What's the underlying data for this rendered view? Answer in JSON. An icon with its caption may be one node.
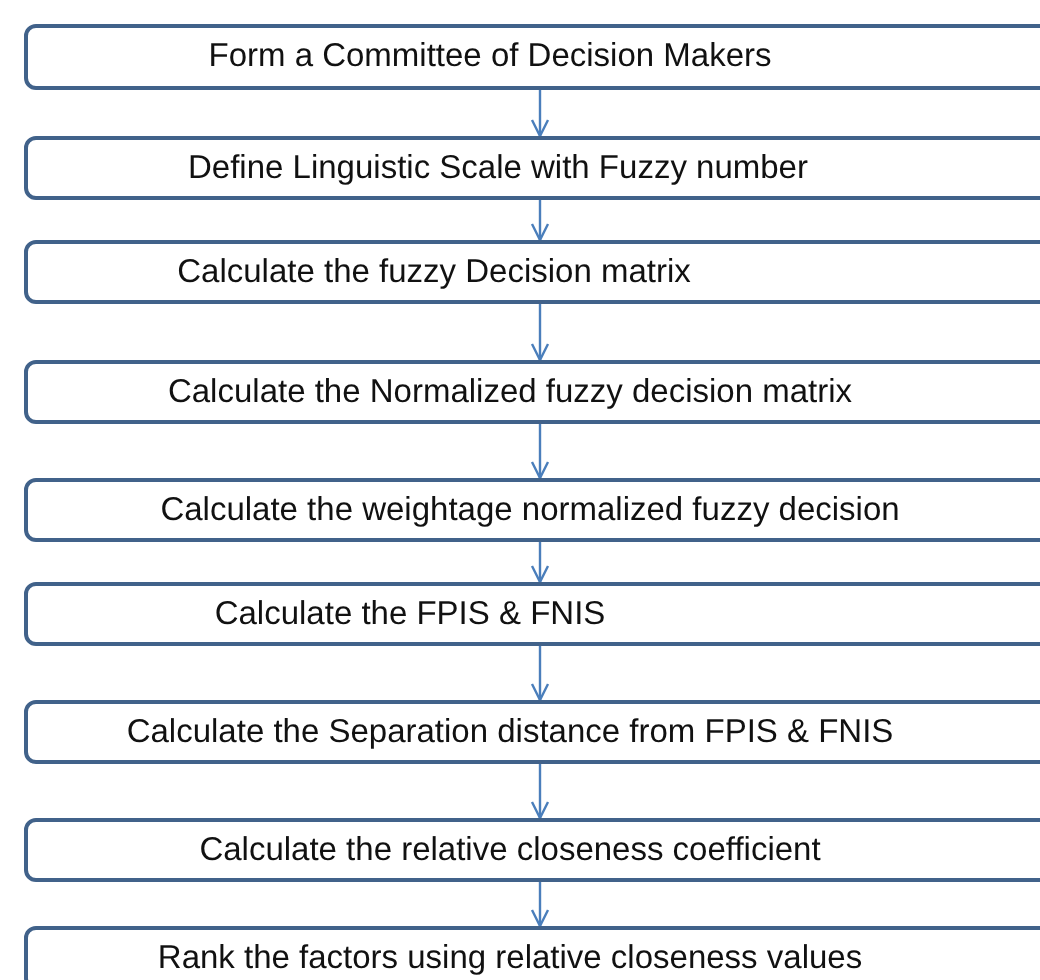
{
  "diagram": {
    "nodes": [
      {
        "text": [
          "Form a Committee of Decision Makers"
        ]
      },
      {
        "text": [
          "Define Linguistic Scale with Fuzzy number"
        ]
      },
      {
        "text": [
          "Calculate the fuzzy Decision matrix"
        ]
      },
      {
        "text": [
          "Calculate the Normalized fuzzy decision matrix"
        ]
      },
      {
        "text": [
          "Calculate the weightage normalized fuzzy decision"
        ]
      },
      {
        "text": [
          "Calculate the FPIS & FNIS"
        ]
      },
      {
        "text": [
          "Calculate the Separation distance from FPIS & FNIS"
        ]
      },
      {
        "text": [
          "Calculate the relative closeness coefficient"
        ]
      },
      {
        "text": [
          "Rank the factors using relative closeness values"
        ]
      }
    ],
    "edges": [
      {
        "from": 0,
        "to": 1,
        "arrow": "to"
      },
      {
        "from": 1,
        "to": 2,
        "arrow": "to"
      },
      {
        "from": 2,
        "to": 3,
        "arrow": "to"
      },
      {
        "from": 3,
        "to": 4,
        "arrow": "to"
      },
      {
        "from": 4,
        "to": 5,
        "arrow": "to"
      },
      {
        "from": 5,
        "to": 6,
        "arrow": "to"
      },
      {
        "from": 6,
        "to": 7,
        "arrow": "to"
      },
      {
        "from": 7,
        "to": 8,
        "arrow": "to"
      }
    ]
  }
}
